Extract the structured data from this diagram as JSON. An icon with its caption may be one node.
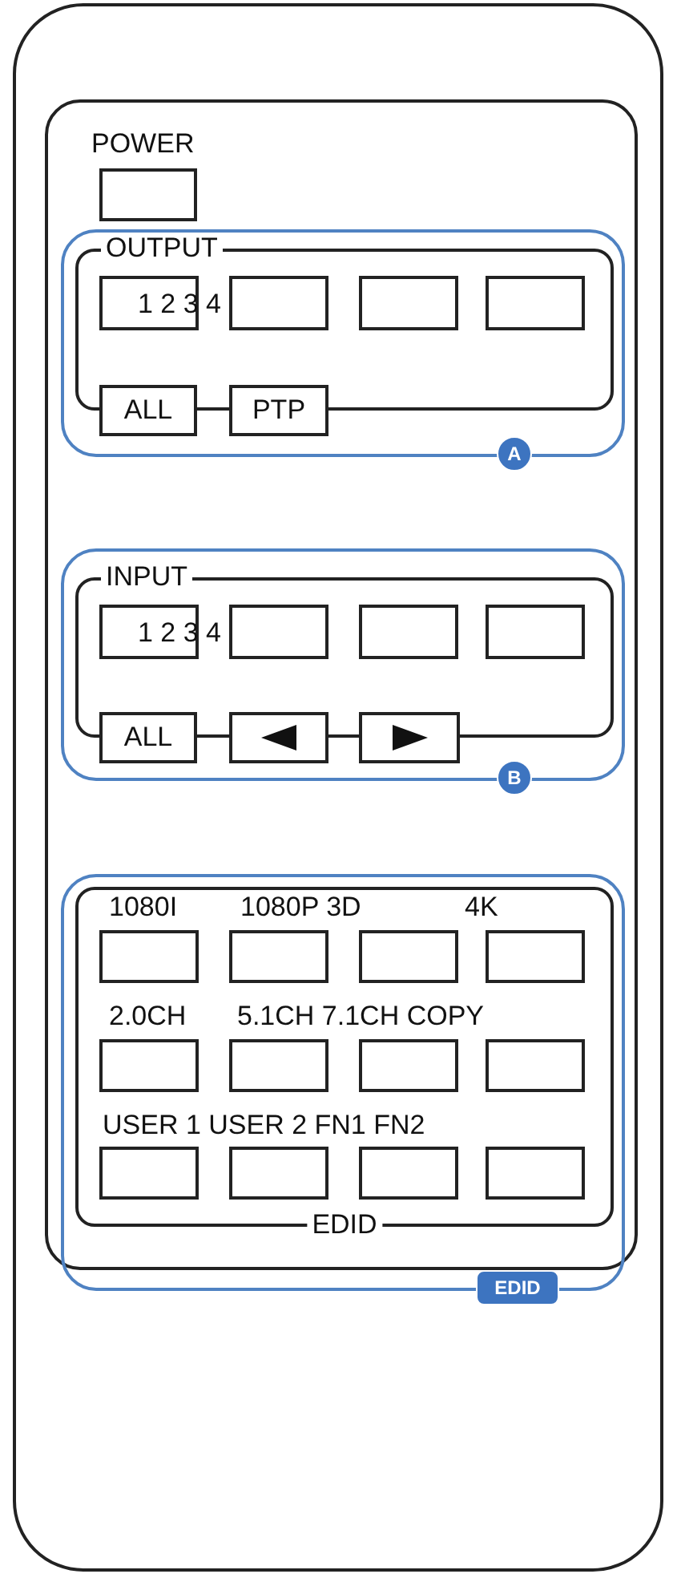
{
  "diagram": {
    "nodes": [
      {
        "text": [],
        "shape": "box"
      },
      {
        "text": [],
        "shape": "box",
        "in": 0
      },
      {
        "text": [
          "POWER"
        ],
        "in": 1
      },
      {
        "text": [
          "A"
        ],
        "in": 1
      },
      {
        "text": [
          "OUTPUT"
        ],
        "in": 3
      },
      {
        "text": [],
        "shape": "box",
        "in": 4
      },
      {
        "text": [],
        "shape": "box",
        "in": 4
      },
      {
        "text": [],
        "shape": "box",
        "in": 4
      },
      {
        "text": [],
        "shape": "box",
        "in": 4
      },
      {
        "text": [
          "ALL"
        ],
        "in": 3
      },
      {
        "text": [
          "PTP"
        ],
        "in": 3
      },
      {
        "text": [
          "B"
        ],
        "in": 1
      },
      {
        "text": [
          "INPUT"
        ],
        "in": 11
      },
      {
        "text": [],
        "shape": "box",
        "in": 12
      },
      {
        "text": [],
        "shape": "box",
        "in": 12
      },
      {
        "text": [],
        "shape": "box",
        "in": 12
      },
      {
        "text": [],
        "shape": "box",
        "in": 12
      },
      {
        "text": [
          "ALL"
        ],
        "in": 11
      },
      {
        "text": [],
        "shape": "box",
        "in": 11
      },
      {
        "text": [],
        "shape": "box",
        "in": 11
      },
      {
        "text": [
          "EDID"
        ],
        "in": 1
      },
      {
        "text": [
          "EDID"
        ],
        "in": 20
      },
      {
        "text": [],
        "shape": "box",
        "in": 21
      },
      {
        "text": [],
        "shape": "box",
        "in": 21
      },
      {
        "text": [],
        "shape": "box",
        "in": 21
      },
      {
        "text": [],
        "shape": "box",
        "in": 21
      },
      {
        "text": [],
        "shape": "box",
        "in": 21
      },
      {
        "text": [],
        "shape": "box",
        "in": 21
      },
      {
        "text": [],
        "shape": "box",
        "in": 21
      },
      {
        "text": [],
        "shape": "box",
        "in": 21
      },
      {
        "text": [],
        "shape": "box",
        "in": 21
      },
      {
        "text": [],
        "shape": "box",
        "in": 21
      },
      {
        "text": [],
        "shape": "box",
        "in": 21
      },
      {
        "text": [],
        "shape": "box",
        "in": 21
      }
    ],
    "labels": [
      "1 2 3 4",
      "1 2 3 4",
      "1080I",
      "1080P 3D",
      "4K",
      "2.0CH",
      "5.1CH 7.1CH COPY",
      "USER 1 USER 2 FN1 FN2"
    ]
  }
}
